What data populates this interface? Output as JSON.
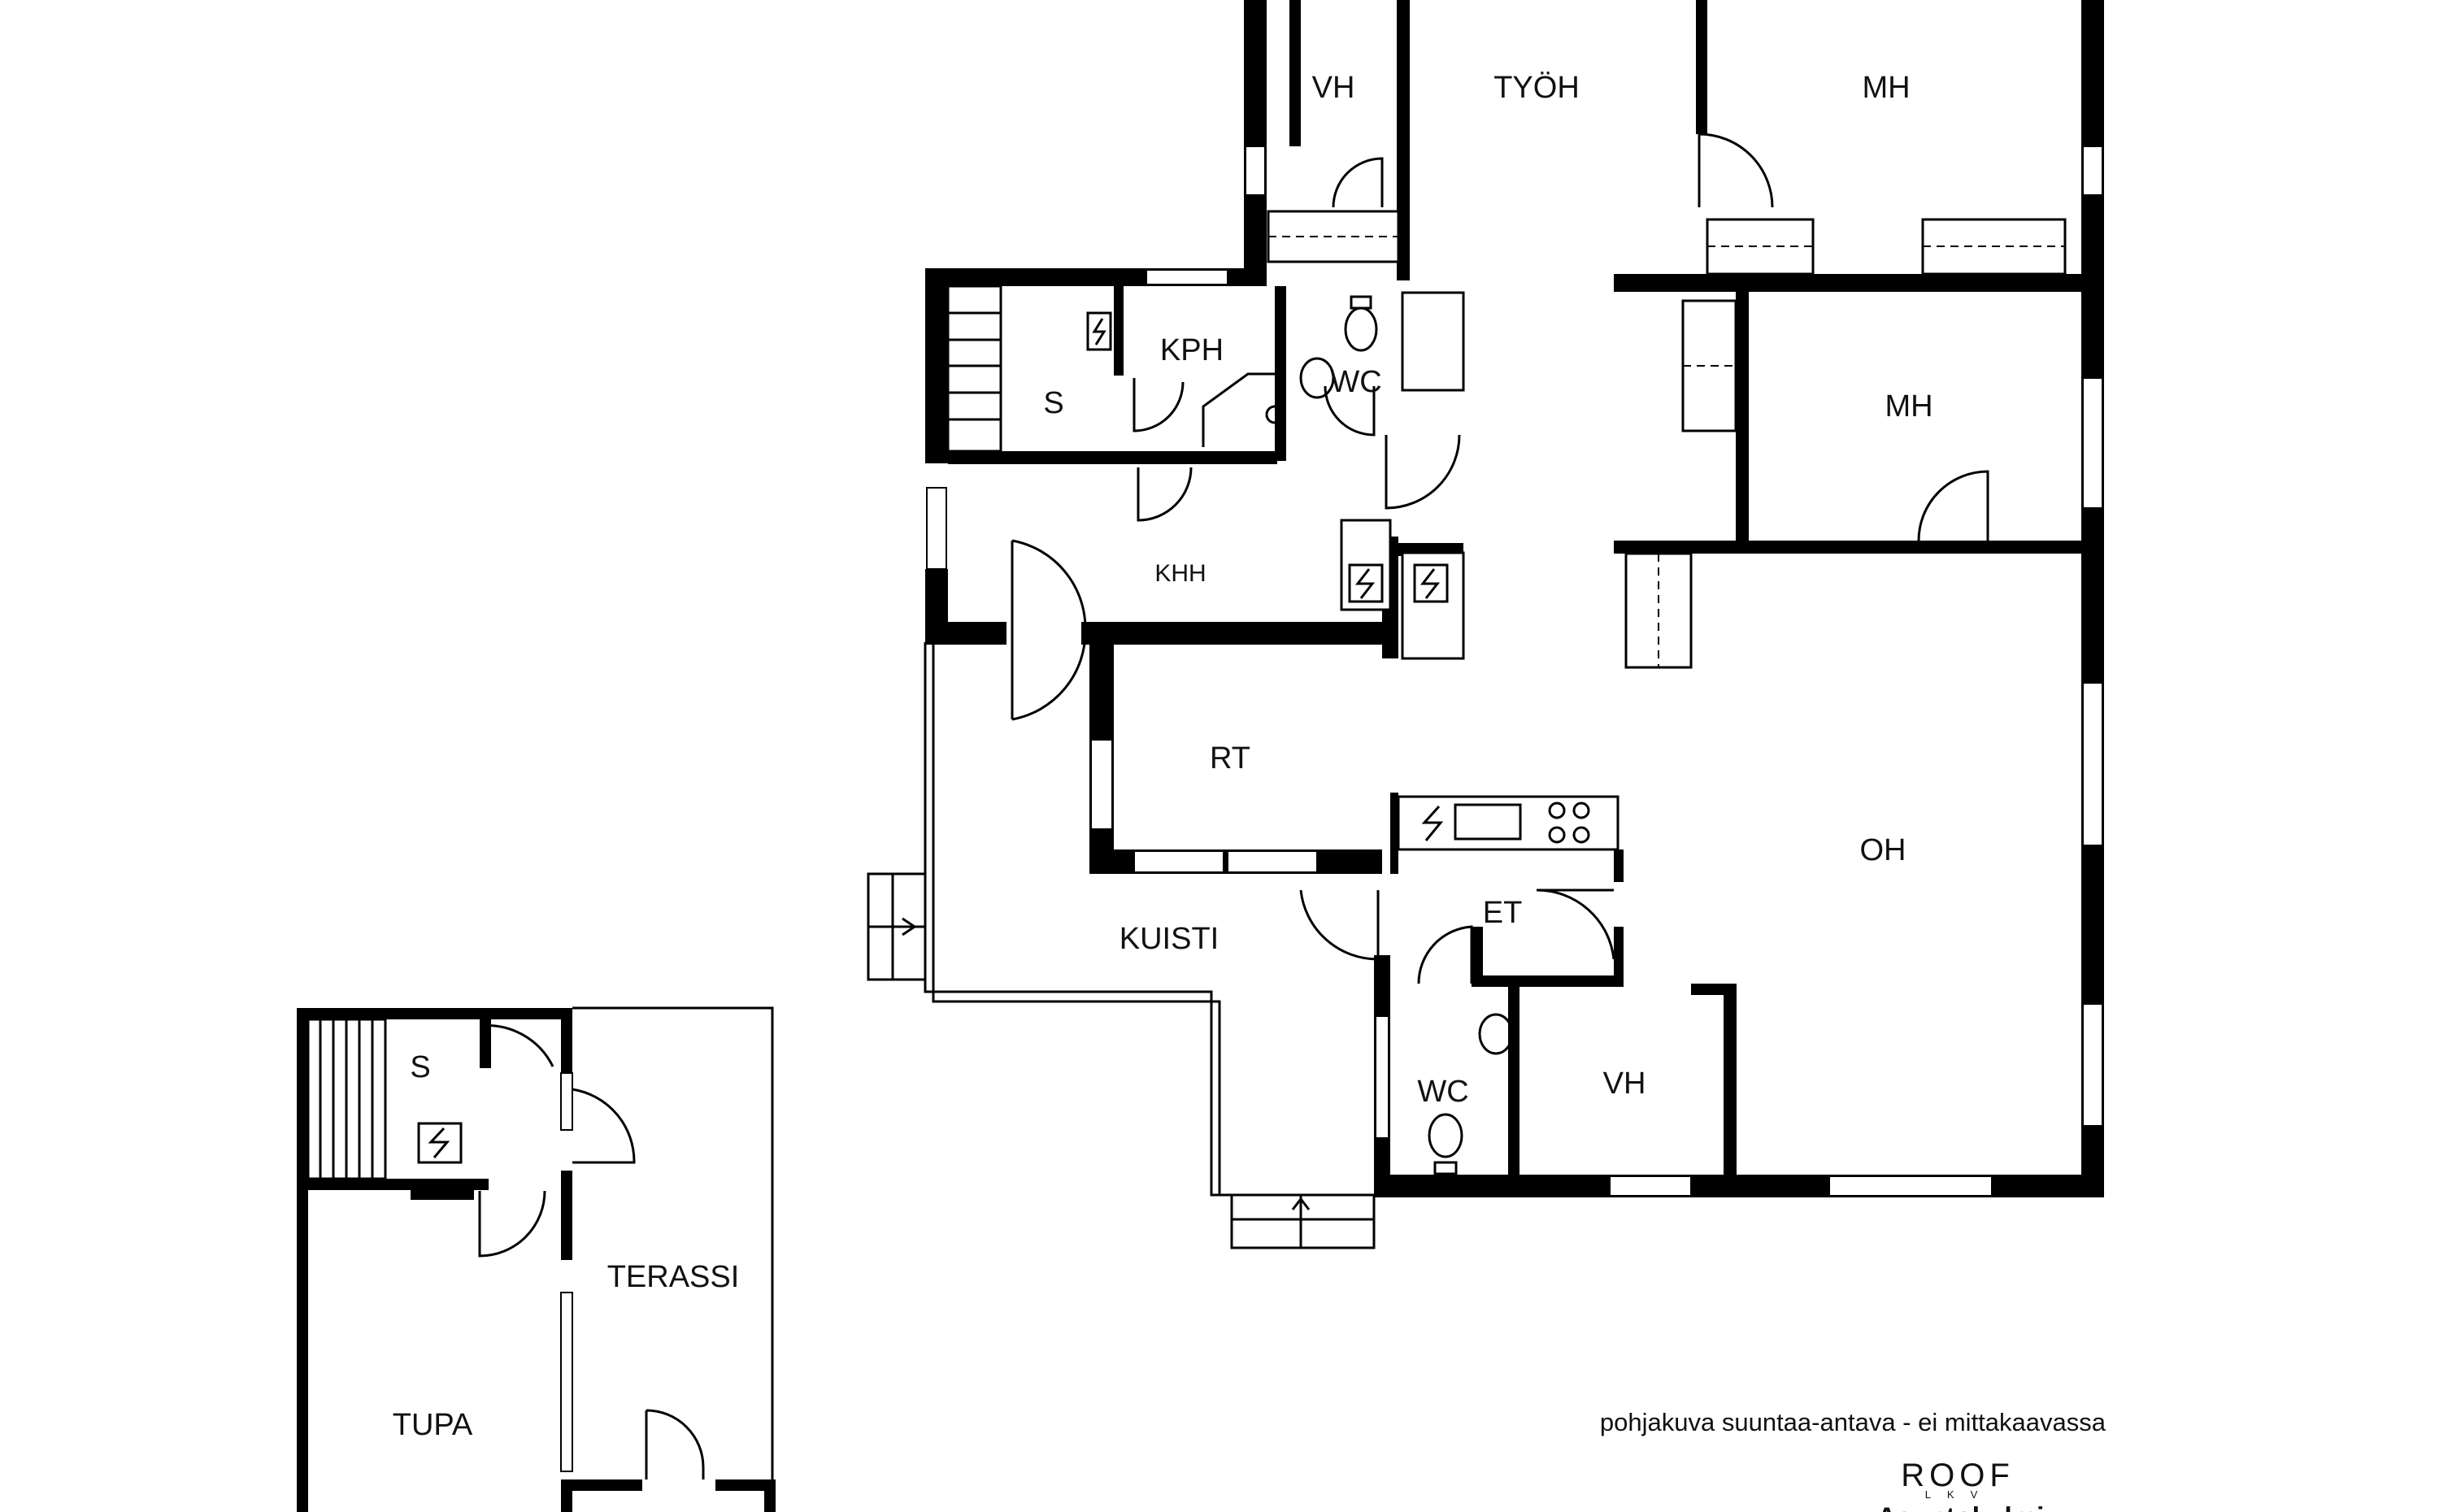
{
  "rooms": {
    "vh_top": "VH",
    "tyoh": "TYÖH",
    "mh_top": "MH",
    "s_sauna": "S",
    "kph": "KPH",
    "wc_upper": "WC",
    "mh_right": "MH",
    "khh": "KHH",
    "rt": "RT",
    "oh": "OH",
    "et": "ET",
    "kuisti": "KUISTI",
    "wc_lower": "WC",
    "vh_lower": "VH",
    "s_annex": "S",
    "terassi": "TERASSI",
    "tupa": "TUPA"
  },
  "footer": {
    "note": "pohjakuva suuntaa-antava - ei mittakaavassa",
    "brand": "ROOF",
    "brand_sub": "LKV",
    "brand_2": "Asuntokulmiz"
  },
  "colors": {
    "walls": "#000000",
    "note_text": "#8a8f94",
    "brand_accent": "#2aa7c9"
  },
  "icons": [
    "electric-panel-icon",
    "toilet-icon",
    "sink-icon",
    "stove-icon",
    "sauna-bench-icon"
  ]
}
